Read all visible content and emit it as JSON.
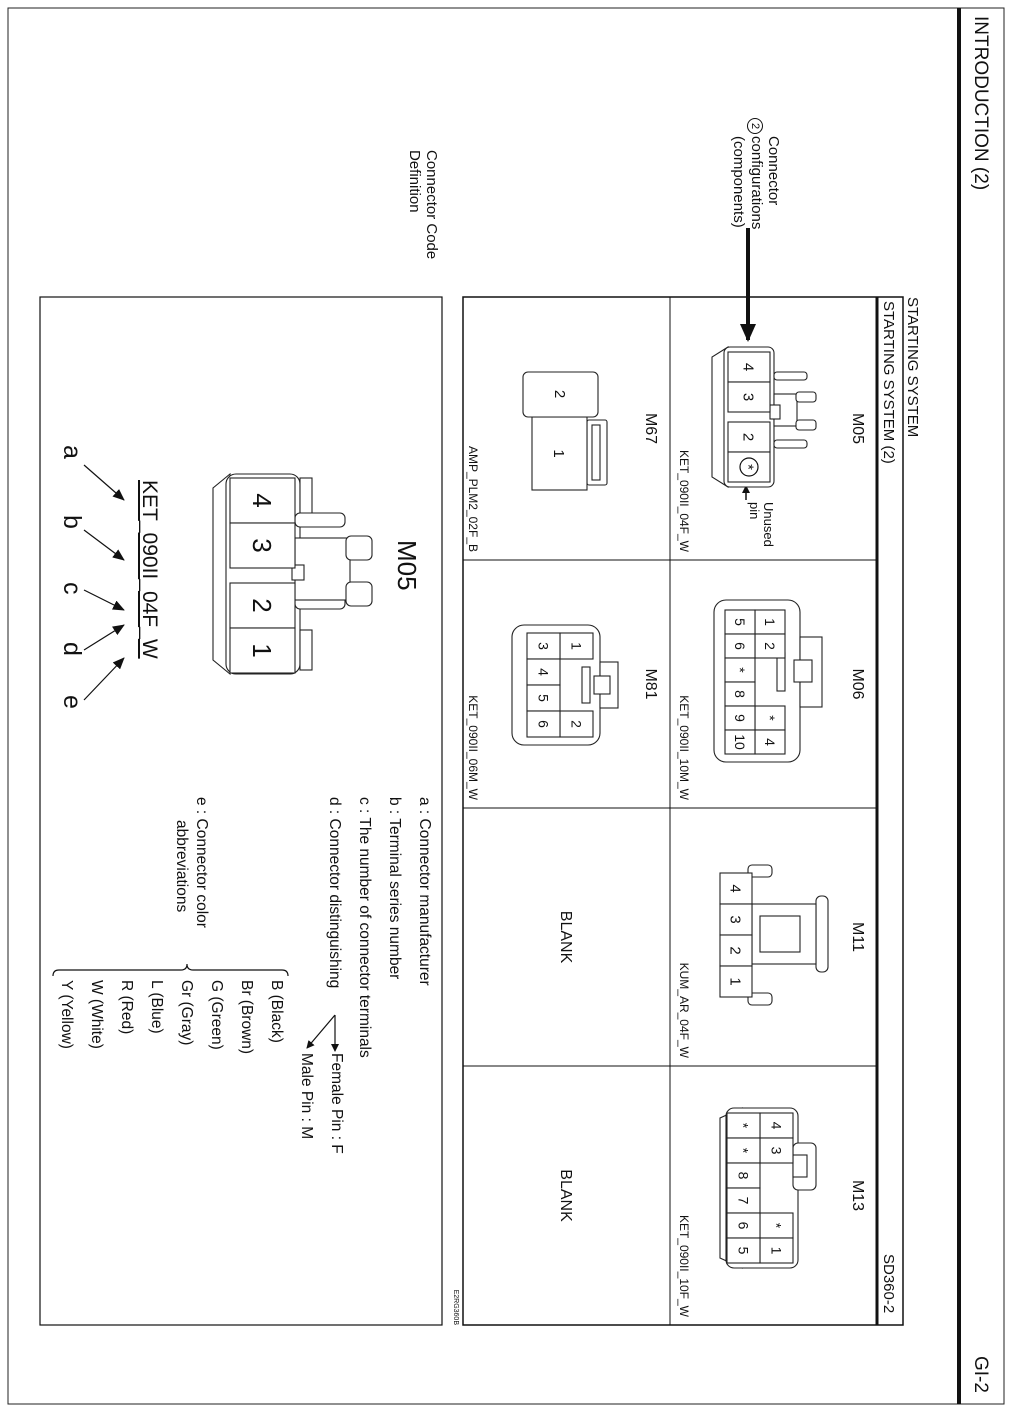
{
  "header": {
    "title": "INTRODUCTION (2)",
    "page": "GI-2"
  },
  "section": {
    "system": "STARTING SYSTEM",
    "subtitle": "STARTING SYSTEM (2)",
    "code": "SD360-2"
  },
  "callouts": {
    "config": {
      "num": "2",
      "lines": [
        "Connector",
        "configurations",
        "(components)"
      ]
    },
    "code_definition": [
      "Connector Code",
      "Definition"
    ]
  },
  "unused_pin": [
    "Unused",
    "pin"
  ],
  "blank_label": "BLANK",
  "connectors": [
    {
      "id": "M05",
      "part": "KET_090II_04F_W",
      "rows": [
        [
          "4",
          "3",
          "2",
          "*"
        ]
      ]
    },
    {
      "id": "M06",
      "part": "KET_090II_10M_W",
      "rows": [
        [
          "1",
          "2",
          null,
          null,
          "*",
          "4"
        ],
        [
          "5",
          "6",
          "*",
          "8",
          "9",
          "10"
        ]
      ]
    },
    {
      "id": "M11",
      "part": "KUM_AR_04F_W",
      "rows": [
        [
          "4",
          "3",
          "2",
          "1"
        ]
      ]
    },
    {
      "id": "M13",
      "part": "KET_090II_10F_W",
      "rows": [
        [
          "4",
          "3",
          null,
          null,
          "*",
          "1"
        ],
        [
          "*",
          "*",
          "8",
          "7",
          "6",
          "5"
        ]
      ]
    },
    {
      "id": "M67",
      "part": "AMP_PLM2_02F_B",
      "rows": [
        [
          "2"
        ],
        [
          "1"
        ]
      ]
    },
    {
      "id": "M81",
      "part": "KET_090II_06M_W",
      "rows": [
        [
          "1",
          null,
          null,
          "2"
        ],
        [
          "3",
          "4",
          "5",
          "6"
        ]
      ]
    }
  ],
  "definition": {
    "id": "M05",
    "pins": [
      "4",
      "3",
      "2",
      "1"
    ],
    "code_parts": [
      "KET",
      "_",
      "090II",
      "_",
      "04F",
      "_",
      "W"
    ],
    "letters": [
      "a",
      "b",
      "c",
      "d",
      "e"
    ],
    "legend": [
      "a : Connector manufacturer",
      "b : Terminal series number",
      "c : The number of connector terminals",
      "d : Connector distinguishing"
    ],
    "legend_e": [
      "e : Connector color",
      "abbreviations"
    ],
    "female": "Female Pin : F",
    "male": "Male Pin : M",
    "colors": [
      "B (Black)",
      "Br (Brown)",
      "G (Green)",
      "Gr (Gray)",
      "L (Blue)",
      "R (Red)",
      "W (White)",
      "Y (Yellow)"
    ]
  },
  "figure_id": "E2RG360B"
}
